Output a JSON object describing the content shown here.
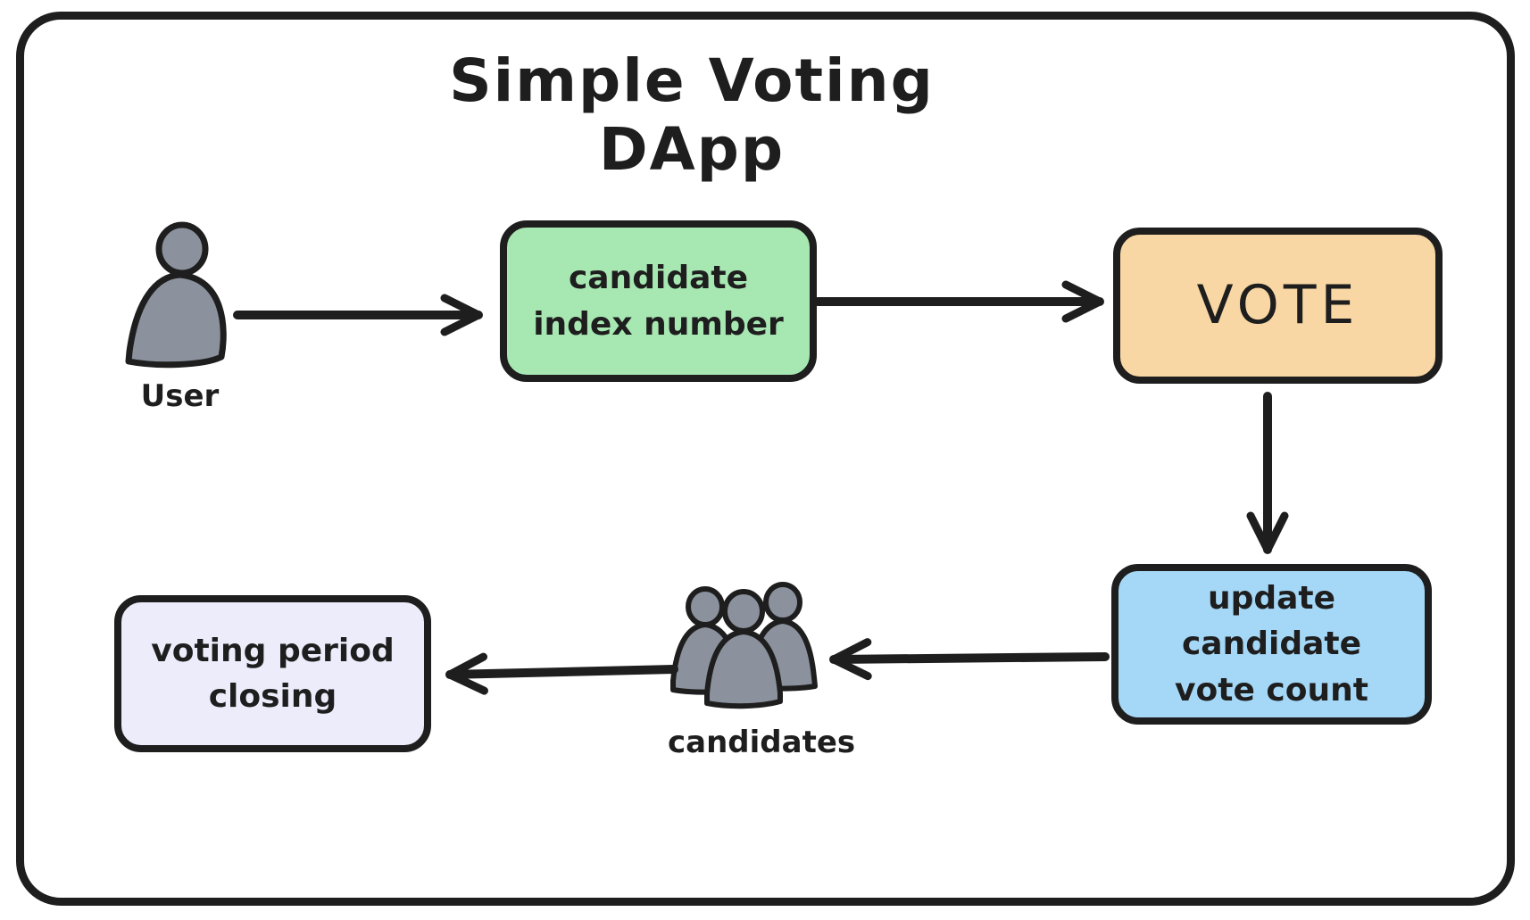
{
  "diagram": {
    "title": "Simple Voting DApp",
    "stroke_color": "#1e1e1e",
    "background_color": "#ffffff",
    "nodes": {
      "user": {
        "type": "actor",
        "icon": "person-icon",
        "label": "User",
        "icon_fill": "#8b929d"
      },
      "candidate_index_number": {
        "type": "box",
        "label": "candidate\nindex number",
        "fill": "#a7e7b2"
      },
      "vote": {
        "type": "box",
        "label": "VOTE",
        "fill": "#f9d7a4"
      },
      "update_candidate_vote_count": {
        "type": "box",
        "label": "update candidate\nvote count",
        "fill": "#a5d8f7"
      },
      "candidates": {
        "type": "actor",
        "icon": "people-icon",
        "label": "candidates",
        "icon_fill": "#8b929d"
      },
      "voting_period_closing": {
        "type": "box",
        "label": "voting period\nclosing",
        "fill": "#edecfb"
      }
    },
    "edges": [
      {
        "from": "user",
        "to": "candidate_index_number",
        "direction": "right"
      },
      {
        "from": "candidate_index_number",
        "to": "vote",
        "direction": "right"
      },
      {
        "from": "vote",
        "to": "update_candidate_vote_count",
        "direction": "down"
      },
      {
        "from": "update_candidate_vote_count",
        "to": "candidates",
        "direction": "left"
      },
      {
        "from": "candidates",
        "to": "voting_period_closing",
        "direction": "left"
      }
    ]
  }
}
